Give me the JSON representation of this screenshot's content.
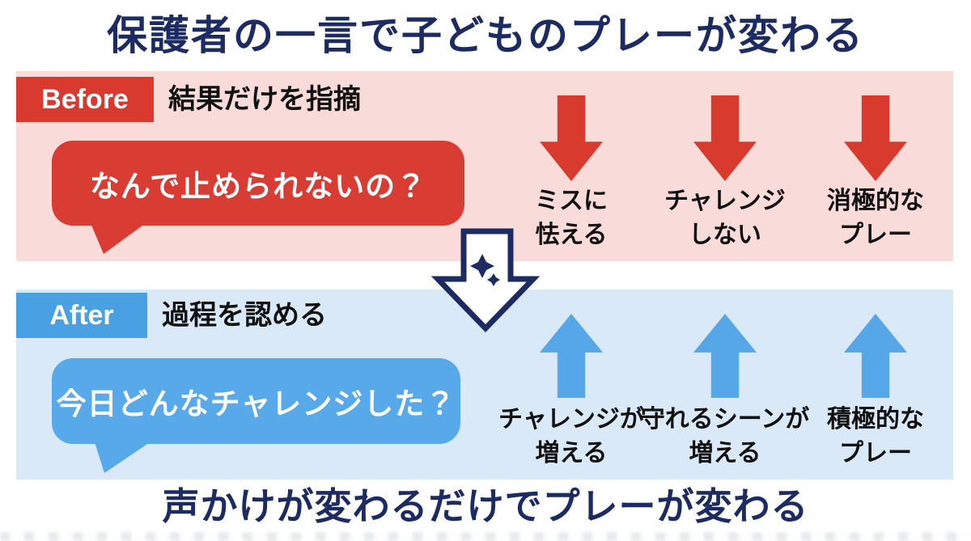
{
  "title": "保護者の一言で子どものプレーが変わる",
  "footer": "声かけが変わるだけでプレーが変わる",
  "before": {
    "badge": "Before",
    "heading": "結果だけを指摘",
    "bubble": "なんで止められないの？",
    "outcomes": [
      {
        "line1": "ミスに",
        "line2": "怯える"
      },
      {
        "line1": "チャレンジ",
        "line2": "しない"
      },
      {
        "line1": "消極的な",
        "line2": "プレー"
      }
    ]
  },
  "after": {
    "badge": "After",
    "heading": "過程を認める",
    "bubble": "今日どんなチャレンジした？",
    "outcomes": [
      {
        "line1": "チャレンジが",
        "line2": "増える"
      },
      {
        "line1": "守れるシーンが",
        "line2": "増える"
      },
      {
        "line1": "積極的な",
        "line2": "プレー"
      }
    ]
  },
  "icons": {
    "before_arrows": "red-down-arrow",
    "after_arrows": "blue-up-arrow",
    "transition": "sparkle-outlined-down-arrow"
  },
  "colors": {
    "navy": "#1d2b63",
    "red": "#d93c32",
    "pink_bg": "#f9dcda",
    "blue": "#55a7e7",
    "light_blue_bg": "#d9e9f7",
    "text_black": "#111111",
    "white": "#ffffff"
  }
}
